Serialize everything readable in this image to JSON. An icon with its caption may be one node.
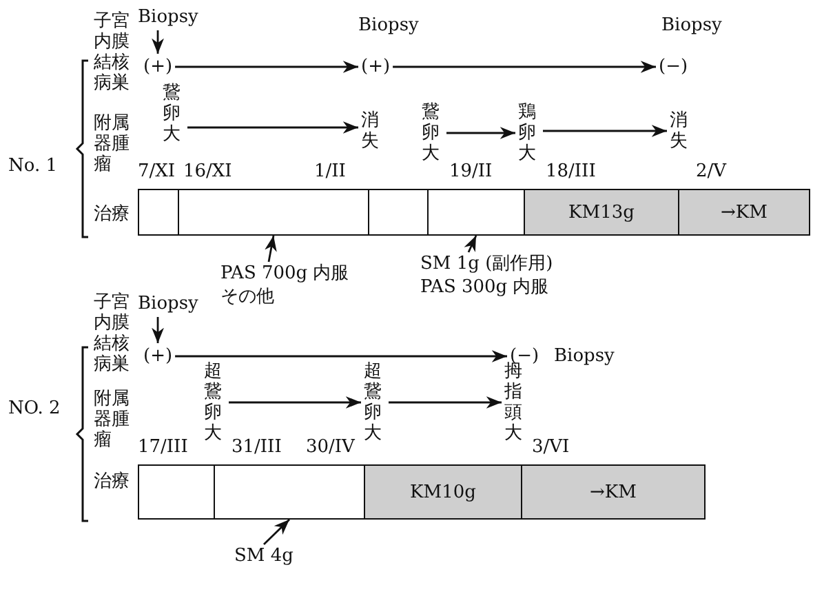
{
  "diagram": {
    "nodes": [
      {
        "text": [
          "Biopsy"
        ]
      },
      {
        "text": [
          "(+)"
        ]
      },
      {
        "text": [
          "(+)"
        ]
      },
      {
        "text": [
          "(−)"
        ]
      },
      {
        "text": [
          "鵞卵大"
        ]
      },
      {
        "text": [
          "消失"
        ]
      },
      {
        "text": [
          "鵞卵大"
        ]
      },
      {
        "text": [
          "鶏卵大"
        ]
      },
      {
        "text": [
          "消失"
        ]
      },
      {
        "text": [],
        "shape": "box"
      },
      {
        "text": [],
        "shape": "box"
      },
      {
        "text": [],
        "shape": "box"
      },
      {
        "text": [],
        "shape": "box"
      },
      {
        "text": [
          "KM13g"
        ]
      },
      {
        "text": [
          "→KM"
        ]
      },
      {
        "text": [
          "PAS 700g 内服",
          "その他"
        ]
      },
      {
        "text": [
          "SM 1g (副作用)",
          "PAS 300g 内服"
        ]
      },
      {
        "text": [
          "Biopsy"
        ]
      },
      {
        "text": [
          "(+)"
        ]
      },
      {
        "text": [
          "(−)"
        ]
      },
      {
        "text": [
          "超鵞卵大"
        ]
      },
      {
        "text": [
          "超鵞卵大"
        ]
      },
      {
        "text": [
          "拇指頭大"
        ]
      },
      {
        "text": [],
        "shape": "box"
      },
      {
        "text": [],
        "shape": "box"
      },
      {
        "text": [
          "KM10g"
        ]
      },
      {
        "text": [
          "→KM"
        ]
      },
      {
        "text": [
          "SM 4g"
        ]
      }
    ],
    "edges": [
      {
        "from": 0,
        "to": 1,
        "arrow": "to"
      },
      {
        "from": 1,
        "to": 2,
        "arrow": "to"
      },
      {
        "from": 2,
        "to": 3,
        "arrow": "to"
      },
      {
        "from": 4,
        "to": 5,
        "arrow": "to"
      },
      {
        "from": 6,
        "to": 7,
        "arrow": "to"
      },
      {
        "from": 7,
        "to": 8,
        "arrow": "to"
      },
      {
        "from": 15,
        "to": 10,
        "arrow": "to"
      },
      {
        "from": 16,
        "to": 12,
        "arrow": "to"
      },
      {
        "from": 17,
        "to": 18,
        "arrow": "to"
      },
      {
        "from": 18,
        "to": 19,
        "arrow": "to"
      },
      {
        "from": 20,
        "to": 21,
        "arrow": "to"
      },
      {
        "from": 21,
        "to": 22,
        "arrow": "to"
      },
      {
        "from": 27,
        "to": 24,
        "arrow": "to"
      }
    ],
    "labels": [
      "No. 1",
      "子宮内膜結核病巣",
      "附属器腫瘤",
      "治療",
      "Biopsy",
      "Biopsy",
      "7/XI",
      "16/XI",
      "1/II",
      "19/II",
      "18/III",
      "2/V",
      "NO. 2",
      "子宮内膜結核病巣",
      "附属器腫瘤",
      "治療",
      "Biopsy",
      "17/III",
      "31/III",
      "30/IV",
      "3/VI"
    ]
  }
}
